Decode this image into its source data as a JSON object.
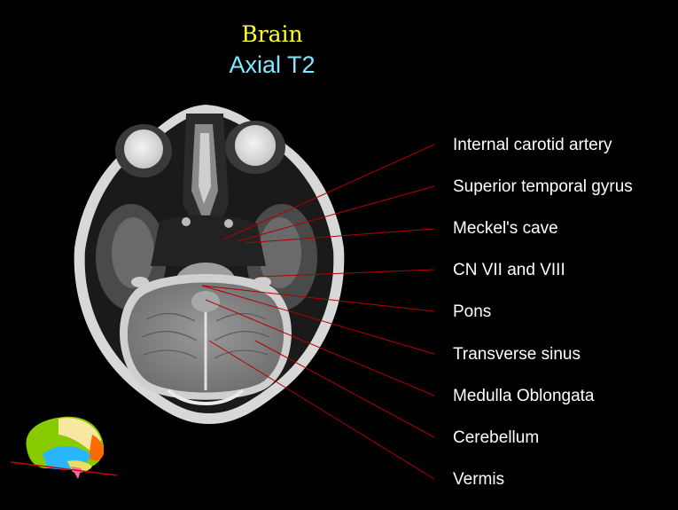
{
  "header": {
    "title": "Brain",
    "subtitle": "Axial T2"
  },
  "colors": {
    "title": "#ffff33",
    "subtitle": "#7fe8ff",
    "leader": "#b30000",
    "background": "#000000"
  },
  "labels": [
    "Internal carotid artery",
    "Superior temporal gyrus",
    "Meckel's cave",
    "CN VII and VIII",
    "Pons",
    "Transverse sinus",
    "Medulla Oblongata",
    "Cerebellum",
    "Vermis"
  ],
  "icons": {
    "orientation": "brain-lateral-view-icon",
    "mri": "mri-axial-slice-image"
  }
}
